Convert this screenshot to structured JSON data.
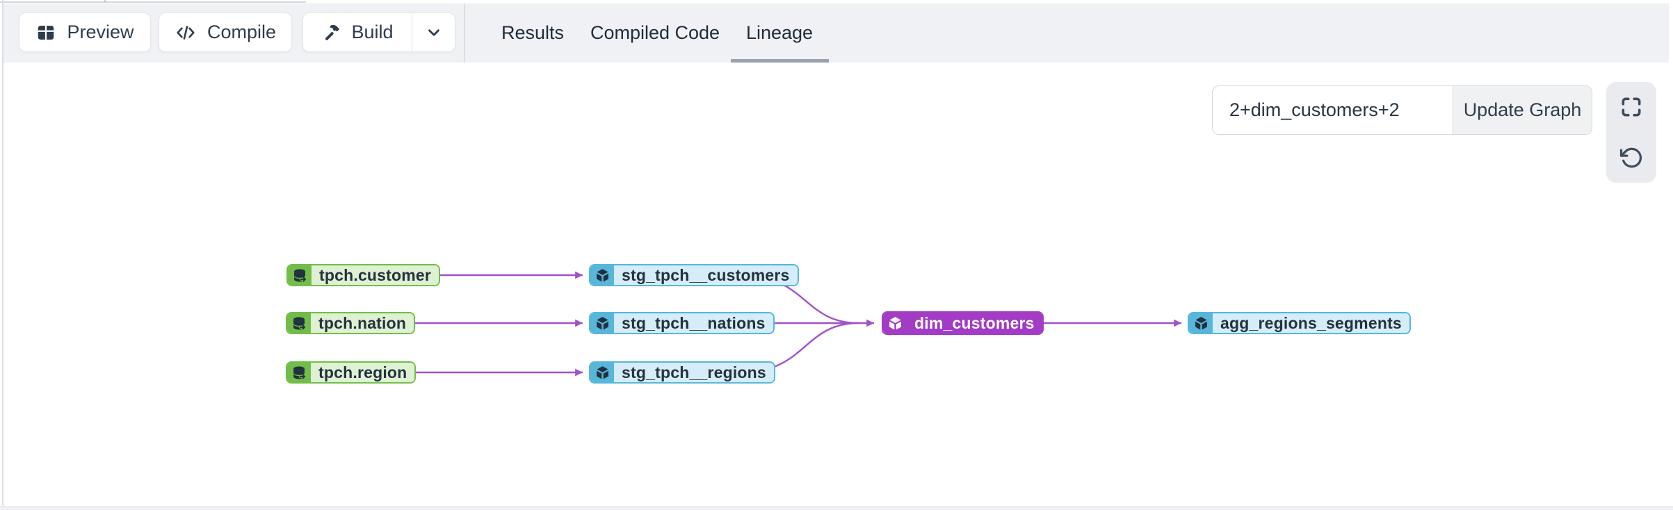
{
  "toolbar": {
    "preview_button": {
      "label": "Preview",
      "icon": "table-icon"
    },
    "compile_button": {
      "label": "Compile",
      "icon": "code-icon"
    },
    "build_button": {
      "label": "Build",
      "icon": "hammer-icon",
      "dropdown_icon": "chevron-down-icon"
    },
    "tabs": [
      {
        "label": "Results",
        "active": false
      },
      {
        "label": "Compiled Code",
        "active": false
      },
      {
        "label": "Lineage",
        "active": true
      }
    ]
  },
  "lineage": {
    "selector": {
      "value": "2+dim_customers+2",
      "update_button_label": "Update Graph"
    },
    "view_controls": {
      "icons": [
        "fullscreen-icon",
        "reset-icon"
      ]
    },
    "graph": {
      "nodes": [
        {
          "label": "tpch.customer",
          "type": "source"
        },
        {
          "label": "tpch.nation",
          "type": "source"
        },
        {
          "label": "tpch.region",
          "type": "source"
        },
        {
          "label": "stg_tpch__customers",
          "type": "model"
        },
        {
          "label": "stg_tpch__nations",
          "type": "model"
        },
        {
          "label": "stg_tpch__regions",
          "type": "model"
        },
        {
          "label": "dim_customers",
          "type": "model",
          "selected": true
        },
        {
          "label": "agg_regions_segments",
          "type": "model"
        }
      ],
      "edges": [
        [
          "tpch.customer",
          "stg_tpch__customers"
        ],
        [
          "tpch.nation",
          "stg_tpch__nations"
        ],
        [
          "tpch.region",
          "stg_tpch__regions"
        ],
        [
          "stg_tpch__customers",
          "dim_customers"
        ],
        [
          "stg_tpch__nations",
          "dim_customers"
        ],
        [
          "stg_tpch__regions",
          "dim_customers"
        ],
        [
          "dim_customers",
          "agg_regions_segments"
        ]
      ]
    }
  },
  "colors": {
    "toolbar_bg": "#f0f1f4",
    "edge": "#a152c6",
    "source_node": "#72bd49",
    "source_node_bg": "#def1d3",
    "model_node": "#57b6d9",
    "model_node_bg": "#d5edf8",
    "selected_node": "#a23cc4",
    "node_text": "#25313e"
  }
}
